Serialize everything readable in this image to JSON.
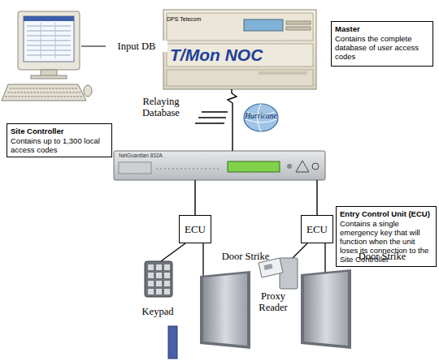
{
  "diagram": {
    "nodes": [
      {
        "text": [
          "T/Mon NOC"
        ]
      },
      {
        "text": [
          "Master",
          "Contains the complete database of user access codes"
        ]
      },
      {
        "text": [
          "Hurricane"
        ]
      },
      {
        "text": [
          "Site Controller",
          "Contains up to 1,300 local access codes"
        ]
      },
      {
        "text": [
          "NetGuardian 832A"
        ]
      },
      {
        "text": [
          "ECU"
        ]
      },
      {
        "text": [
          "ECU"
        ]
      },
      {
        "text": [
          "Entry Control Unit (ECU)",
          "Contains a single emergency key that will function when the unit loses its connection to the Site Controller"
        ]
      }
    ],
    "edges": [
      {
        "from": 0,
        "to": 4,
        "arrow": "none"
      },
      {
        "from": 4,
        "to": 5,
        "arrow": "none"
      },
      {
        "from": 4,
        "to": 6,
        "arrow": "none"
      }
    ],
    "labels": [
      "Input DB",
      "DPS Telecom",
      "Relaying Database",
      "Door Strike",
      "Keypad",
      "Door Strike",
      "Proxy Reader"
    ]
  }
}
